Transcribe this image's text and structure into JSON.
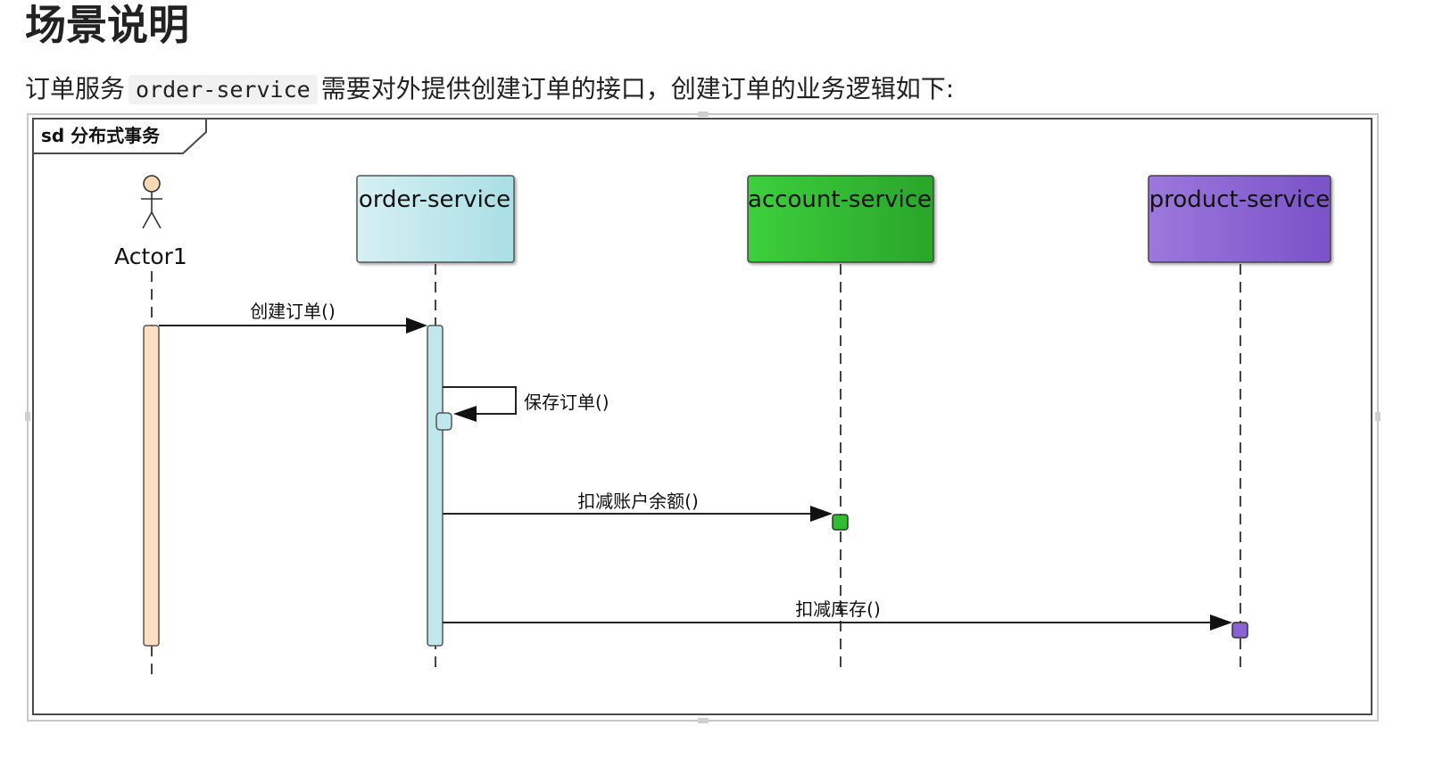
{
  "page": {
    "title": "场景说明",
    "intro": {
      "before": "订单服务",
      "code": "order-service",
      "after": "需要对外提供创建订单的接口，创建订单的业务逻辑如下:"
    }
  },
  "diagram": {
    "frame_label": "sd 分布式事务",
    "participants": [
      {
        "name": "Actor1",
        "kind": "actor",
        "color": "#f7d9b6"
      },
      {
        "name": "order-service",
        "kind": "box",
        "color": "#b8e6ea"
      },
      {
        "name": "account-service",
        "kind": "box",
        "color": "#33bb33"
      },
      {
        "name": "product-service",
        "kind": "box",
        "color": "#8a62d4"
      }
    ],
    "messages": [
      {
        "label": "创建订单()",
        "from": "Actor1",
        "to": "order-service"
      },
      {
        "label": "保存订单()",
        "from": "order-service",
        "to": "order-service"
      },
      {
        "label": "扣减账户余额()",
        "from": "order-service",
        "to": "account-service"
      },
      {
        "label": "扣减库存()",
        "from": "order-service",
        "to": "product-service"
      }
    ]
  }
}
